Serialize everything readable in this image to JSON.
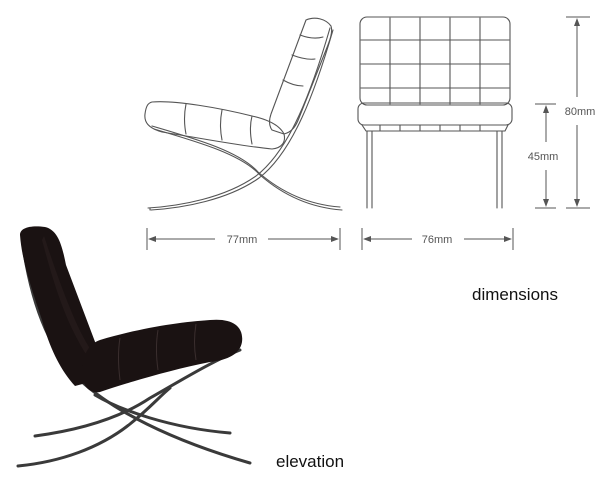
{
  "diagram": {
    "dimensions": {
      "depth": "77mm",
      "width": "76mm",
      "seat_height": "45mm",
      "overall_height": "80mm"
    },
    "captions": {
      "dimensions": "dimensions",
      "elevation": "elevation"
    },
    "colors": {
      "line": "#555555",
      "leather": "#1a1212",
      "frame": "#3a3a3a"
    }
  }
}
